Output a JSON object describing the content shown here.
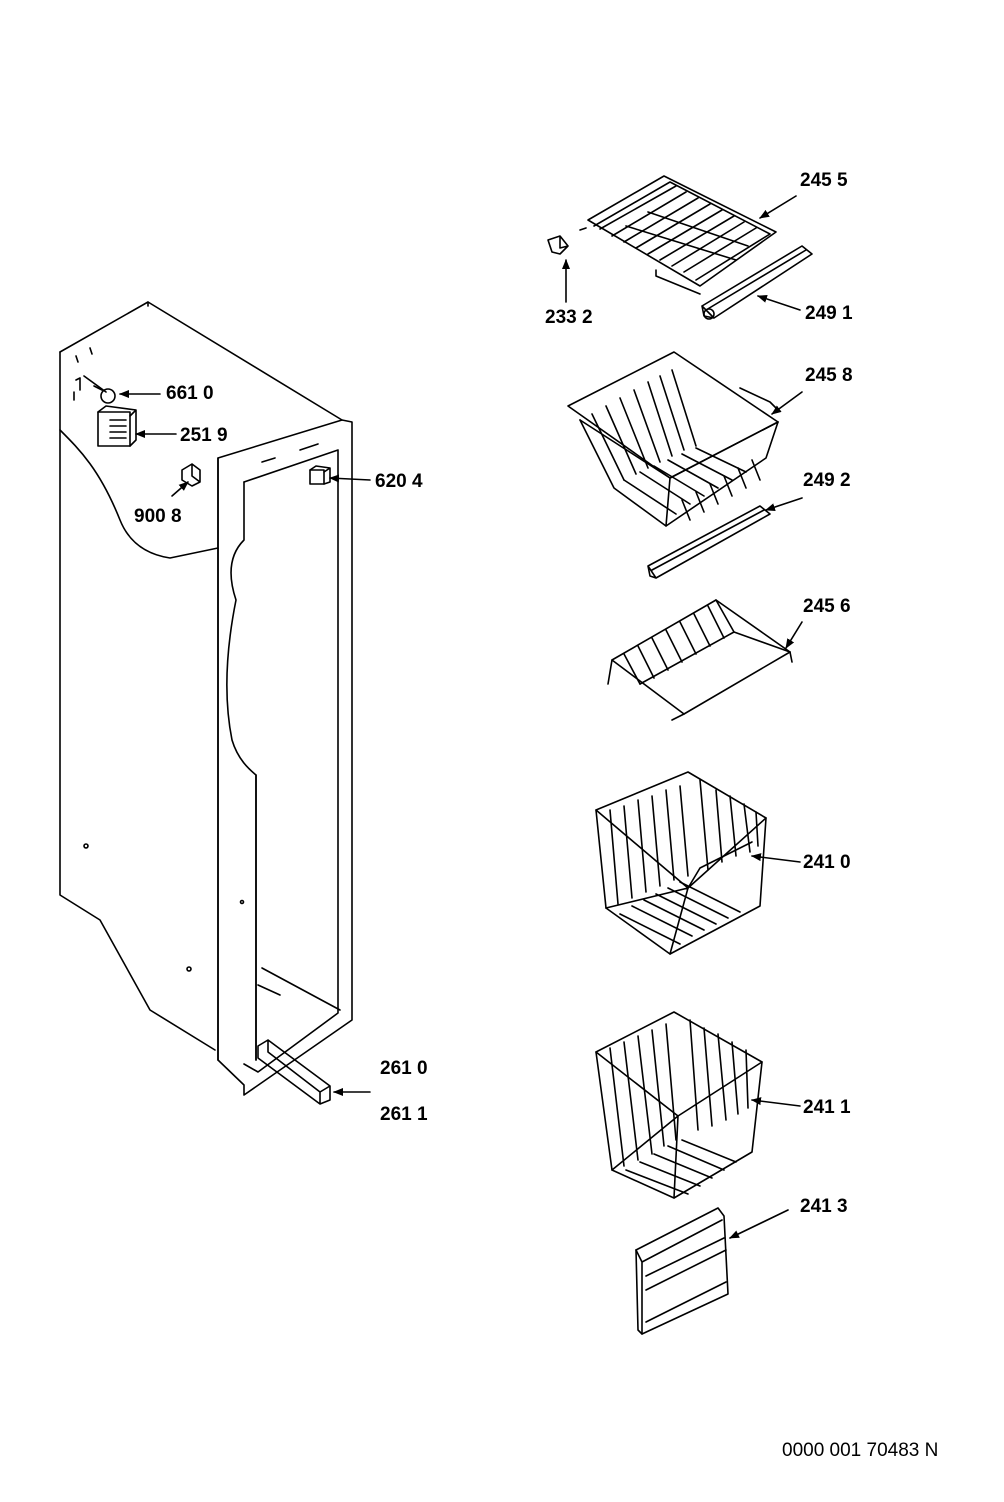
{
  "callouts": {
    "c6610": "661 0",
    "c2519": "251 9",
    "c9008": "900 8",
    "c6204": "620 4",
    "c2610": "261 0",
    "c2611": "261 1",
    "c2455": "245 5",
    "c2332": "233 2",
    "c2491": "249 1",
    "c2458": "245 8",
    "c2492": "249 2",
    "c2456": "245 6",
    "c2410": "241 0",
    "c2411": "241 1",
    "c2413": "241 3"
  },
  "document_number": "0000 001 70483 N",
  "colors": {
    "line": "#000000",
    "background": "#ffffff"
  }
}
